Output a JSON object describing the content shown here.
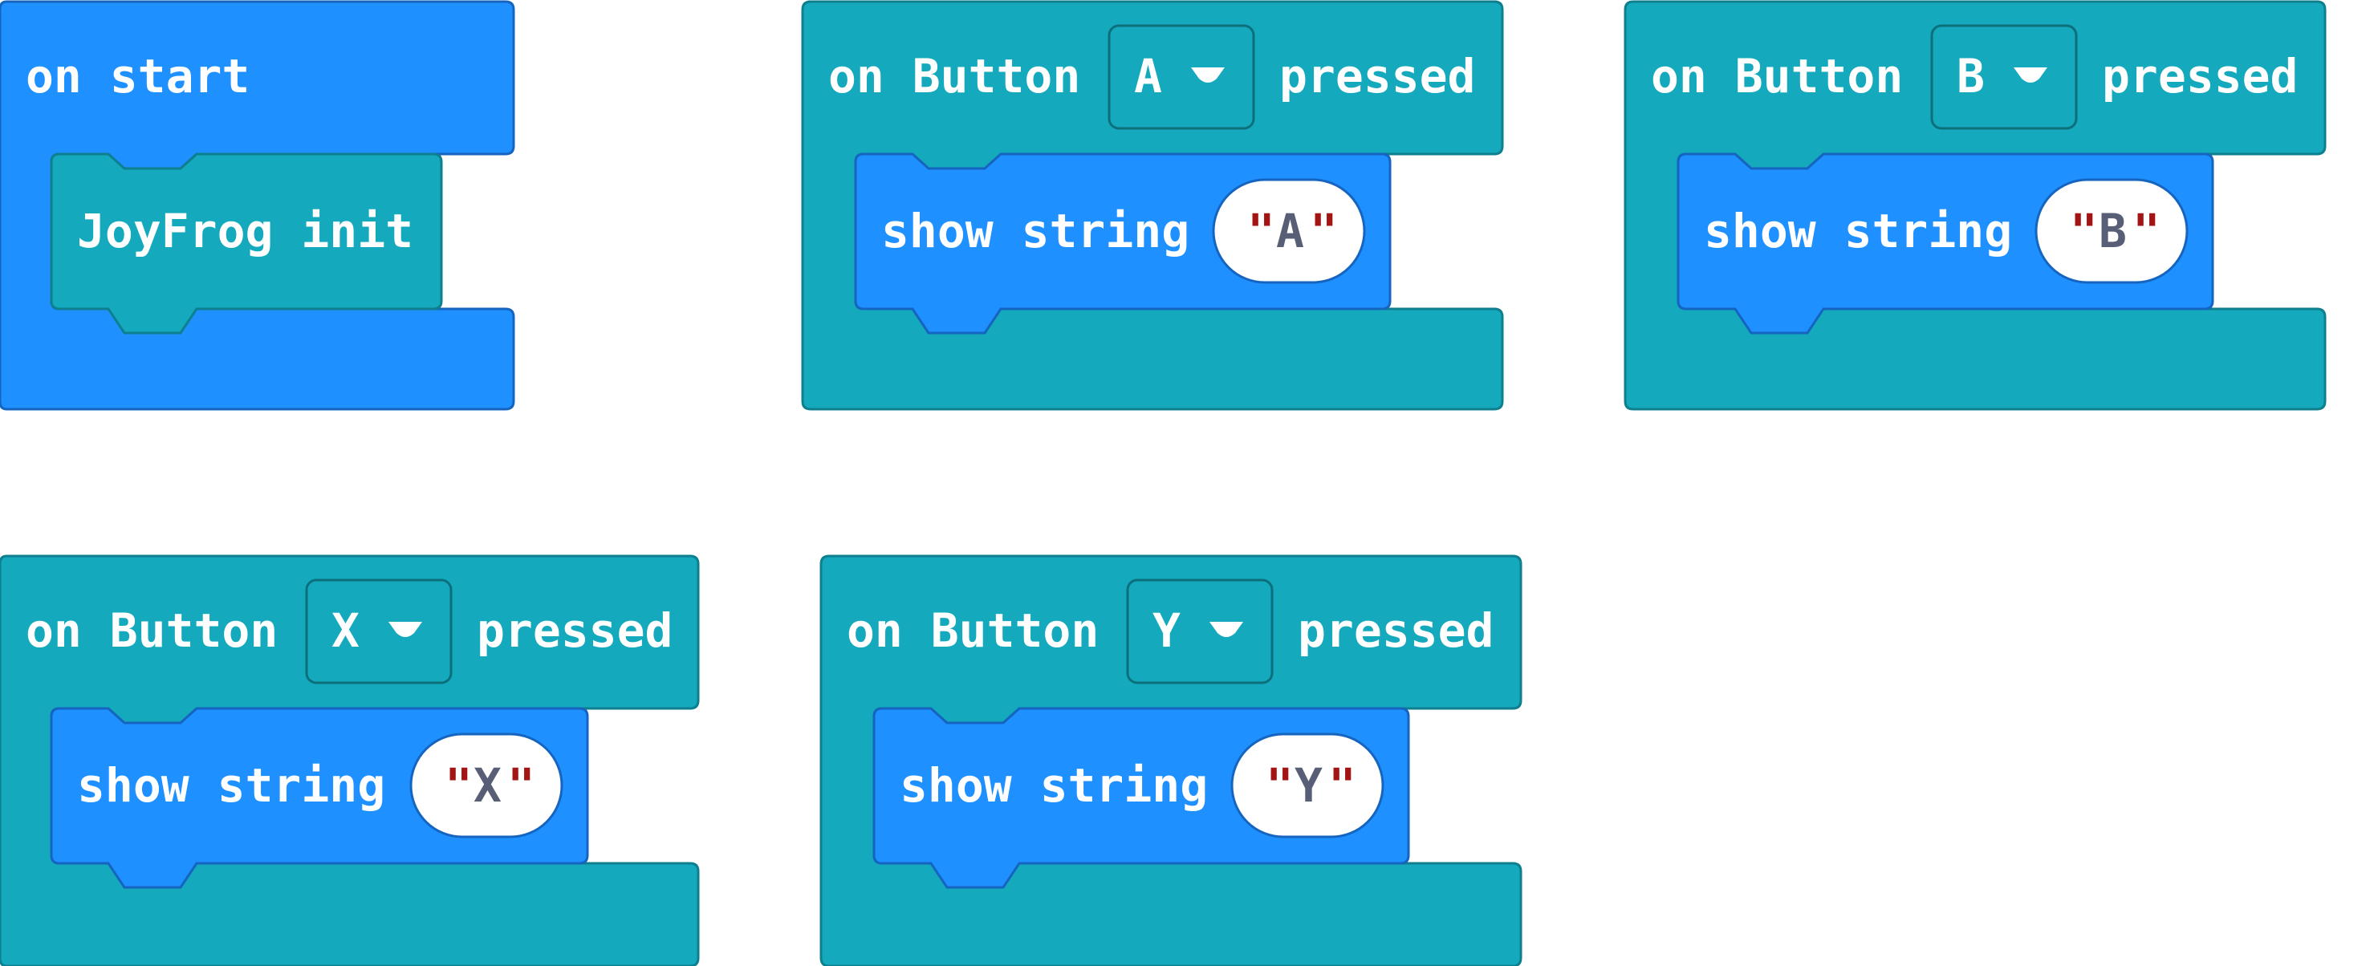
{
  "colors": {
    "basic_block": "#1e90ff",
    "basic_block_stroke": "#1565c0",
    "event_block": "#14a9bc",
    "event_block_stroke": "#0e7f8e",
    "string_value_text": "#575e75",
    "string_quote": "#a31515"
  },
  "on_start": {
    "label": "on start",
    "child_label": "JoyFrog init"
  },
  "button_a": {
    "prefix": "on Button",
    "selected": "A",
    "suffix": "pressed",
    "action": "show string",
    "value": "A"
  },
  "button_b": {
    "prefix": "on Button",
    "selected": "B",
    "suffix": "pressed",
    "action": "show string",
    "value": "B"
  },
  "button_x": {
    "prefix": "on Button",
    "selected": "X",
    "suffix": "pressed",
    "action": "show string",
    "value": "X"
  },
  "button_y": {
    "prefix": "on Button",
    "selected": "Y",
    "suffix": "pressed",
    "action": "show string",
    "value": "Y"
  },
  "quote_char": "\""
}
